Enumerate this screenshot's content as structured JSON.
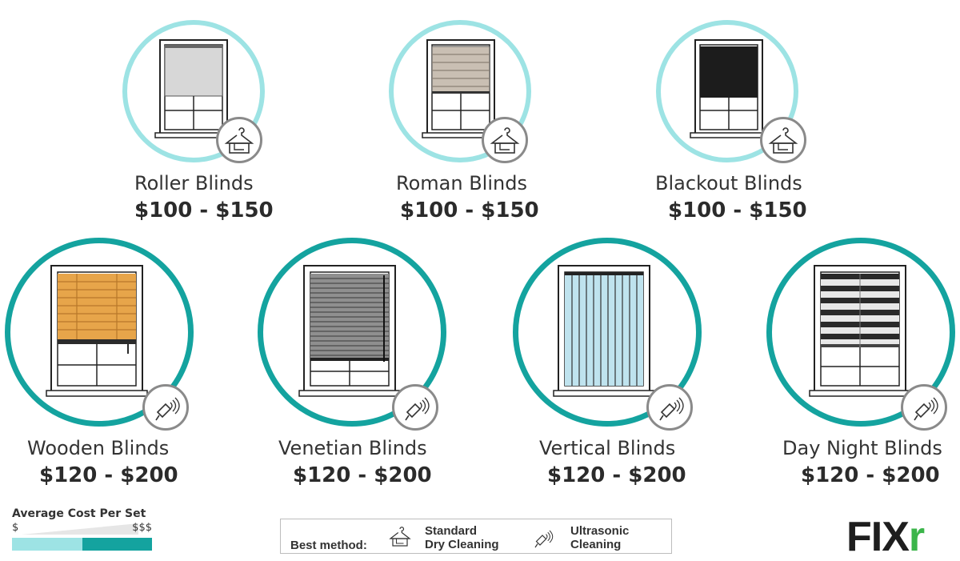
{
  "blinds": [
    {
      "name": "Roller Blinds",
      "price": "$100 - $150",
      "method_icon": "hanger-icon"
    },
    {
      "name": "Roman Blinds",
      "price": "$100 - $150",
      "method_icon": "hanger-icon"
    },
    {
      "name": "Blackout Blinds",
      "price": "$100 - $150",
      "method_icon": "hanger-icon"
    },
    {
      "name": "Wooden Blinds",
      "price": "$120 - $200",
      "method_icon": "ultrasonic-icon"
    },
    {
      "name": "Venetian Blinds",
      "price": "$120 - $200",
      "method_icon": "ultrasonic-icon"
    },
    {
      "name": "Vertical Blinds",
      "price": "$120 - $200",
      "method_icon": "ultrasonic-icon"
    },
    {
      "name": "Day Night Blinds",
      "price": "$120 - $200",
      "method_icon": "ultrasonic-icon"
    }
  ],
  "legend": {
    "title": "Average Cost Per Set",
    "low": "$",
    "high": "$$$",
    "colors": {
      "low": "#9de3e4",
      "high": "#14a39f"
    }
  },
  "methods": {
    "label": "Best method:",
    "standard_line1": "Standard",
    "standard_line2": "Dry Cleaning",
    "ultrasonic_line1": "Ultrasonic",
    "ultrasonic_line2": "Cleaning"
  },
  "logo": {
    "text": "FIX",
    "accent": "r",
    "accent_color": "#3bb54a"
  }
}
